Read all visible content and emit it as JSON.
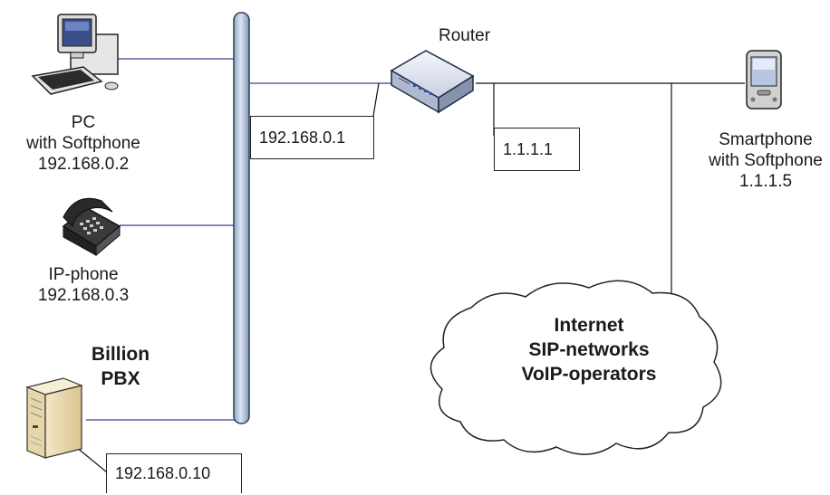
{
  "router": {
    "label": "Router"
  },
  "pc": {
    "lines": [
      "PC",
      "with Softphone",
      "192.168.0.2"
    ]
  },
  "ip_phone": {
    "lines": [
      "IP-phone",
      "192.168.0.3"
    ]
  },
  "pbx": {
    "lines": [
      "Billion",
      "PBX"
    ]
  },
  "smartphone": {
    "lines": [
      "Smartphone",
      "with Softphone",
      "1.1.1.5"
    ]
  },
  "cloud": {
    "lines": [
      "Internet",
      "SIP-networks",
      "VoIP-operators"
    ]
  },
  "ip_boxes": {
    "router_lan": "192.168.0.1",
    "router_wan": "1.1.1.1",
    "pbx": "192.168.0.10"
  },
  "colors": {
    "lan_link": "#3a3f8f",
    "wan_link": "#111111",
    "bus_fill": "#b9c9dd",
    "bus_stroke": "#2f3b55"
  },
  "icons": {
    "pc": "desktop-computer-icon",
    "ip_phone": "desk-telephone-icon",
    "pbx": "tower-server-icon",
    "router": "router-icon",
    "smartphone": "pda-smartphone-icon",
    "cloud": "cloud-icon"
  }
}
